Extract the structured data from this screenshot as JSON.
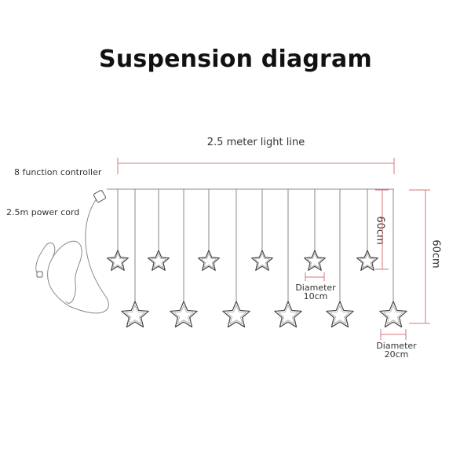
{
  "title": "Suspension diagram",
  "labels": {
    "light_line": "2.5 meter light line",
    "controller": "8 function controller",
    "power_cord": "2.5m power cord",
    "small_star_height": "60cm",
    "large_star_height": "60cm",
    "small_star_diameter_line1": "Diameter",
    "small_star_diameter_line2": "10cm",
    "large_star_diameter_line1": "Diameter",
    "large_star_diameter_line2": "20cm"
  },
  "colors": {
    "wire": "#8a8a8a",
    "dimension": "#d9737a",
    "star_outline": "#444444"
  },
  "stars": {
    "short_count": 6,
    "long_count": 6
  }
}
